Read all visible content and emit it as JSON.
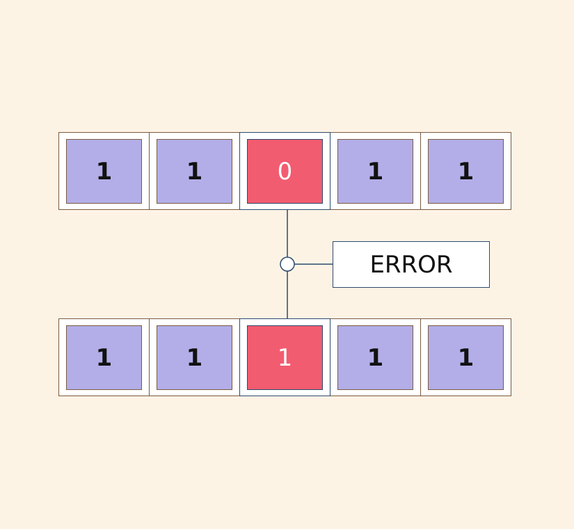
{
  "sent_bits": [
    "1",
    "1",
    "0",
    "1",
    "1"
  ],
  "received_bits": [
    "1",
    "1",
    "1",
    "1",
    "1"
  ],
  "error_index": 2,
  "error_label": "ERROR",
  "colors": {
    "background": "#fdf3e5",
    "bit": "#b3aee8",
    "error_bit": "#f25c70",
    "connector": "#2b4a6e"
  }
}
